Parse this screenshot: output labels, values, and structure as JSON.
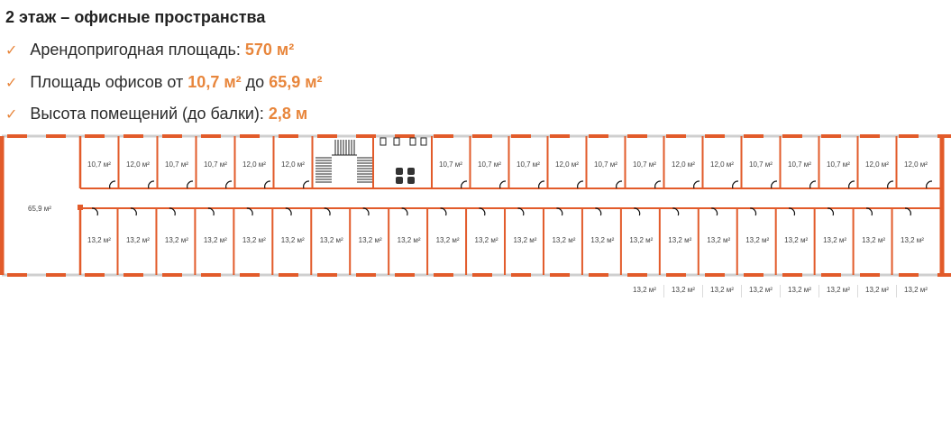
{
  "title": "2 этаж – офисные пространства",
  "items": [
    {
      "label": "Арендопригодная площадь:",
      "value": "570 м²"
    },
    {
      "label": "Площадь офисов от",
      "value": "10,7 м²",
      "mid": "до",
      "value2": "65,9 м²"
    },
    {
      "label": "Высота помещений (до балки):",
      "value": "2,8 м"
    }
  ],
  "plan": {
    "big_room": "65,9 м²",
    "top_rooms_left": [
      "10,7 м²",
      "12,0 м²",
      "10,7 м²",
      "10,7 м²",
      "12,0 м²",
      "12,0 м²"
    ],
    "top_rooms_right": [
      "10,7 м²",
      "10,7 м²",
      "10,7 м²",
      "12,0 м²",
      "10,7 м²",
      "10,7 м²",
      "12,0 м²",
      "12,0 м²",
      "10,7 м²",
      "10,7 м²",
      "10,7 м²",
      "12,0 м²",
      "12,0 м²"
    ],
    "bottom_rooms": [
      "13,2 м²",
      "13,2 м²",
      "13,2 м²",
      "13,2 м²",
      "13,2 м²",
      "13,2 м²",
      "13,2 м²",
      "13,2 м²",
      "13,2 м²",
      "13,2 м²",
      "13,2 м²",
      "13,2 м²",
      "13,2 м²",
      "13,2 м²",
      "13,2 м²",
      "13,2 м²",
      "13,2 м²",
      "13,2 м²",
      "13,2 м²",
      "13,2 м²",
      "13,2 м²",
      "13,2 м²"
    ],
    "below_labels": [
      "13,2 м²",
      "13,2 м²",
      "13,2 м²",
      "13,2 м²",
      "13,2 м²",
      "13,2 м²",
      "13,2 м²",
      "13,2 м²"
    ]
  },
  "colors": {
    "wall": "#e25b2a",
    "accent": "#e8863c",
    "window": "#cfcfcf"
  }
}
